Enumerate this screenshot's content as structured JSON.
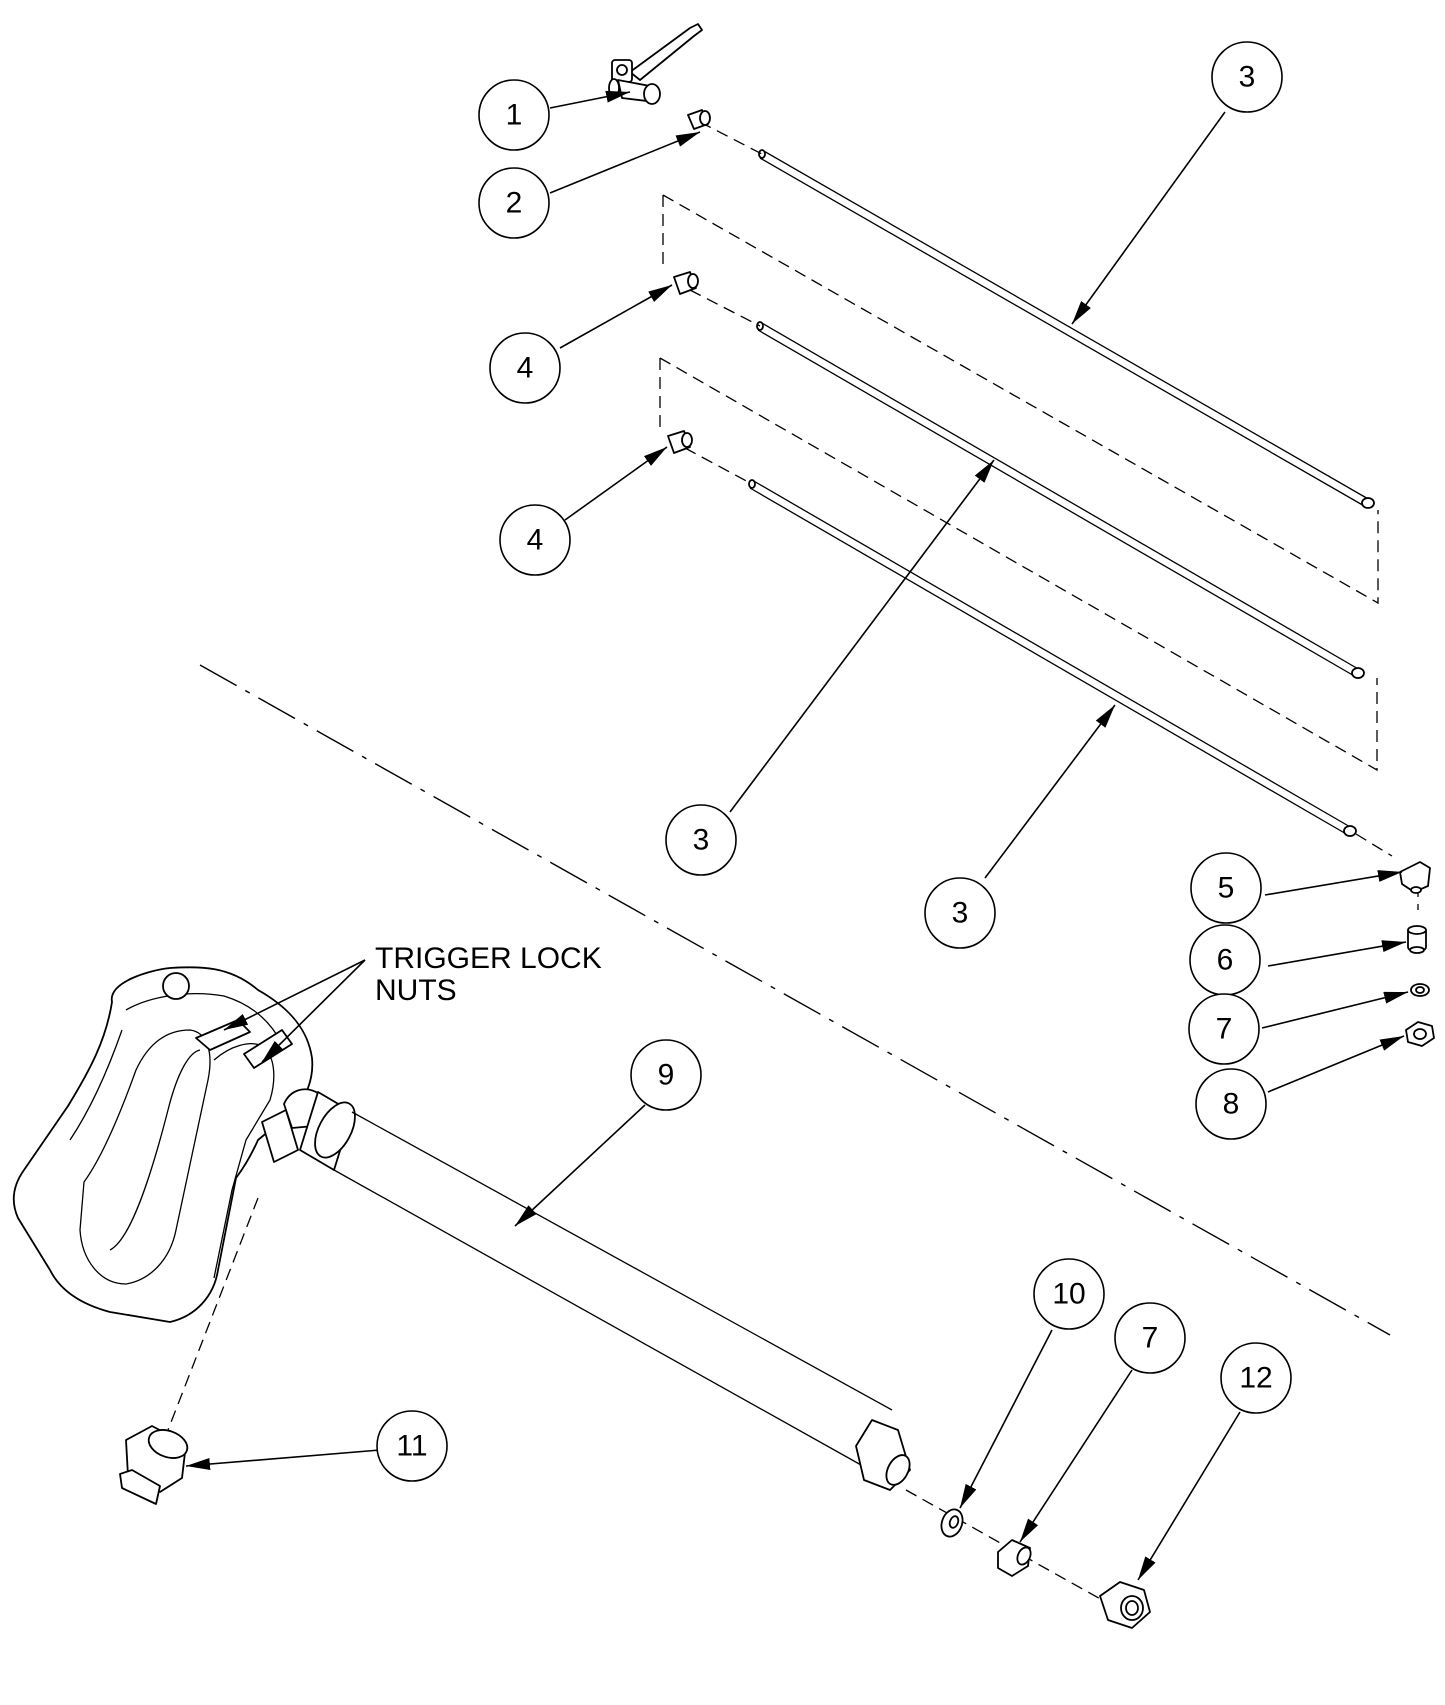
{
  "callouts": [
    {
      "id": "c1",
      "label": "1"
    },
    {
      "id": "c2",
      "label": "2"
    },
    {
      "id": "c3a",
      "label": "3"
    },
    {
      "id": "c4a",
      "label": "4"
    },
    {
      "id": "c4b",
      "label": "4"
    },
    {
      "id": "c3b",
      "label": "3"
    },
    {
      "id": "c3c",
      "label": "3"
    },
    {
      "id": "c5",
      "label": "5"
    },
    {
      "id": "c6",
      "label": "6"
    },
    {
      "id": "c7a",
      "label": "7"
    },
    {
      "id": "c8",
      "label": "8"
    },
    {
      "id": "c9",
      "label": "9"
    },
    {
      "id": "c10",
      "label": "10"
    },
    {
      "id": "c7b",
      "label": "7"
    },
    {
      "id": "c12",
      "label": "12"
    },
    {
      "id": "c11",
      "label": "11"
    }
  ],
  "note": {
    "line1": "TRIGGER LOCK",
    "line2": "NUTS"
  }
}
